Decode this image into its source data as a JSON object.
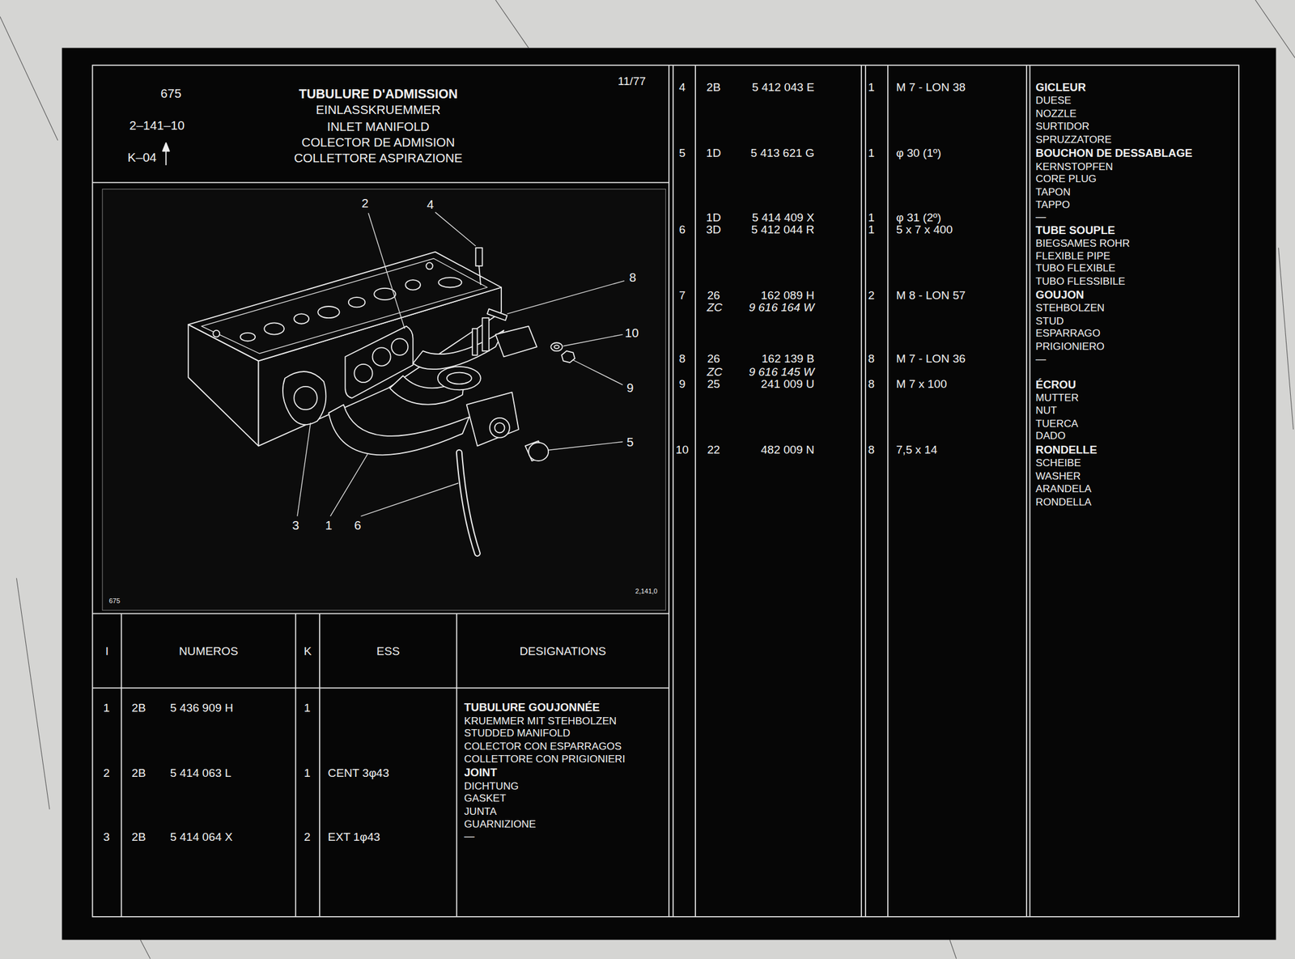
{
  "diagram": {
    "title": "TUBULURE D'ADMISSION",
    "nodes": [
      {
        "text": [
          "675",
          "2–141–10",
          "K–04",
          "11/77"
        ]
      },
      {
        "text": [
          "675",
          "2,141,0"
        ]
      },
      {
        "text": [
          "I"
        ]
      },
      {
        "text": [
          "NUMEROS"
        ]
      },
      {
        "text": [
          "K"
        ]
      },
      {
        "text": [
          "ESS"
        ]
      },
      {
        "text": [
          "DESIGNATIONS"
        ]
      }
    ],
    "labels": [
      "EINLASSKRUEMMER",
      "INLET MANIFOLD",
      "COLECTOR DE ADMISION",
      "COLLETTORE ASPIRAZIONE",
      "2",
      "4",
      "8",
      "10",
      "9",
      "5",
      "3",
      "1",
      "6",
      "1",
      "2B",
      "5 436 909 H",
      "1",
      "TUBULURE GOUJONNÉE",
      "KRUEMMER MIT STEHBOLZEN",
      "STUDDED MANIFOLD",
      "COLECTOR CON ESPARRAGOS",
      "COLLETTORE CON PRIGIONIERI",
      "2",
      "2B",
      "5 414 063 L",
      "1",
      "CENT 3φ43",
      "JOINT",
      "DICHTUNG",
      "GASKET",
      "JUNTA",
      "GUARNIZIONE",
      "3",
      "2B",
      "5 414 064 X",
      "2",
      "EXT 1φ43",
      "—",
      "4",
      "2B",
      "5 412 043 E",
      "1",
      "M 7 - LON 38",
      "GICLEUR",
      "DUESE",
      "NOZZLE",
      "SURTIDOR",
      "SPRUZZATORE",
      "5",
      "1D",
      "5 413 621 G",
      "1",
      "φ 30 (1º)",
      "BOUCHON DE DESSABLAGE",
      "KERNSTOPFEN",
      "CORE PLUG",
      "TAPON",
      "TAPPO",
      "—",
      "1D",
      "5 414 409 X",
      "1",
      "φ 31 (2º)",
      "6",
      "3D",
      "5 412 044 R",
      "1",
      "5 x 7 x 400",
      "TUBE SOUPLE",
      "BIEGSAMES ROHR",
      "FLEXIBLE PIPE",
      "TUBO FLEXIBLE",
      "TUBO FLESSIBILE",
      "7",
      "26",
      "162 089 H",
      "2",
      "M 8 - LON 57",
      "ZC",
      "9 616 164 W",
      "GOUJON",
      "STEHBOLZEN",
      "STUD",
      "ESPARRAGO",
      "PRIGIONIERO",
      "—",
      "8",
      "26",
      "162 139 B",
      "8",
      "M 7 - LON 36",
      "ZC",
      "9 616 145 W",
      "9",
      "25",
      "241 009 U",
      "8",
      "M 7 x 100",
      "ÉCROU",
      "MUTTER",
      "NUT",
      "TUERCA",
      "DADO",
      "10",
      "22",
      "482 009 N",
      "8",
      "7,5 x 14",
      "RONDELLE",
      "SCHEIBE",
      "WASHER",
      "ARANDELA",
      "RONDELLA"
    ]
  }
}
